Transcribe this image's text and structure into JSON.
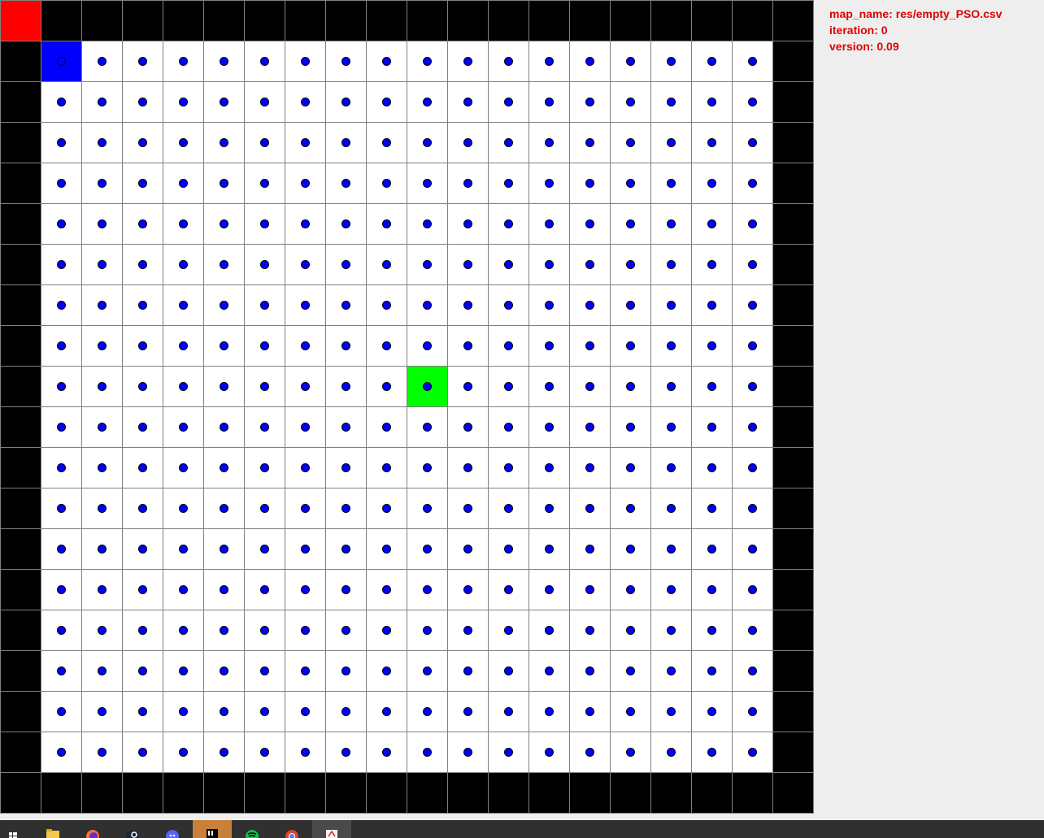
{
  "info": {
    "map_name_text": "map_name: res/empty_PSO.csv",
    "iteration_text": "iteration: 0",
    "version_text": "version: 0.09"
  },
  "grid": {
    "cols": 20,
    "rows": 20,
    "colors": {
      "wall": "#000000",
      "floor": "#ffffff",
      "gridline": "#808080",
      "particle": "#0000ff",
      "start": "#0000ff",
      "goal": "#00ff00",
      "marker": "#ff0000"
    },
    "marker_cell": [
      0,
      0
    ],
    "start_cell": [
      1,
      1
    ],
    "goal_cell": [
      10,
      9
    ]
  },
  "taskbar": {
    "items": [
      {
        "icon": "windows-start-icon",
        "state": "normal"
      },
      {
        "icon": "file-explorer-icon",
        "state": "normal"
      },
      {
        "icon": "firefox-icon",
        "state": "normal"
      },
      {
        "icon": "steam-icon",
        "state": "normal"
      },
      {
        "icon": "discord-icon",
        "state": "normal"
      },
      {
        "icon": "intellij-icon",
        "state": "active"
      },
      {
        "icon": "spotify-icon",
        "state": "normal"
      },
      {
        "icon": "chrome-icon",
        "state": "normal"
      },
      {
        "icon": "java-app-icon",
        "state": "open"
      }
    ]
  }
}
